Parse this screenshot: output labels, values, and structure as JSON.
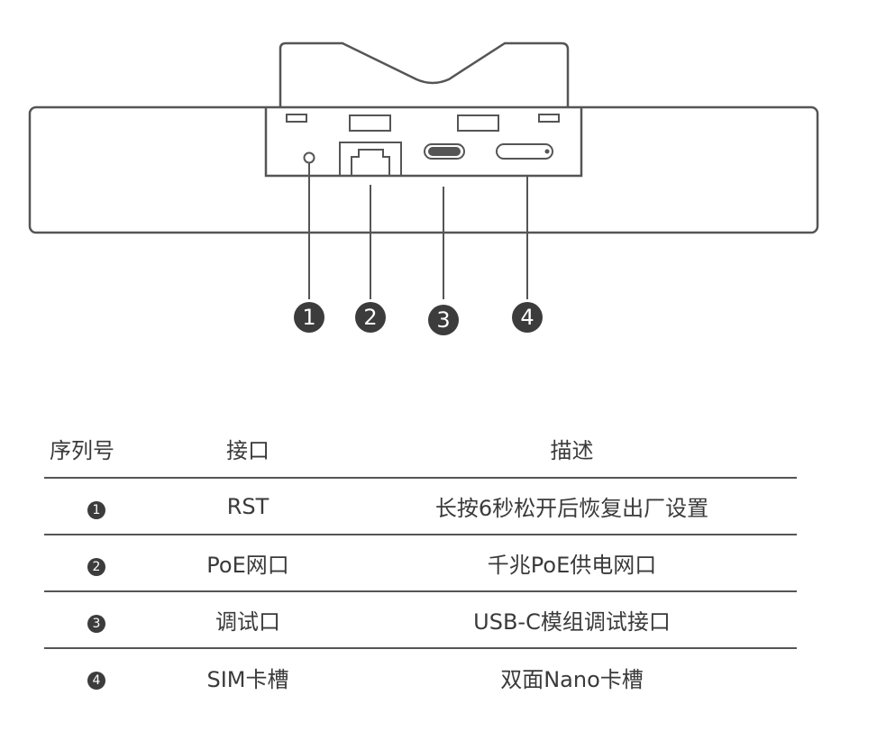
{
  "diagram": {
    "title": "Device rear interface panel",
    "callouts": [
      {
        "number": "1",
        "target": "RST"
      },
      {
        "number": "2",
        "target": "PoE网口"
      },
      {
        "number": "3",
        "target": "调试口"
      },
      {
        "number": "4",
        "target": "SIM卡槽"
      }
    ],
    "colors": {
      "stroke": "#555555",
      "badge": "#3c3c3c"
    }
  },
  "table": {
    "headers": {
      "index": "序列号",
      "port": "接口",
      "description": "描述"
    },
    "rows": [
      {
        "index": "1",
        "port": "RST",
        "description": "长按6秒松开后恢复出厂设置"
      },
      {
        "index": "2",
        "port": "PoE网口",
        "description": "千兆PoE供电网口"
      },
      {
        "index": "3",
        "port": "调试口",
        "description": "USB-C模组调试接口"
      },
      {
        "index": "4",
        "port": "SIM卡槽",
        "description": "双面Nano卡槽"
      }
    ]
  }
}
